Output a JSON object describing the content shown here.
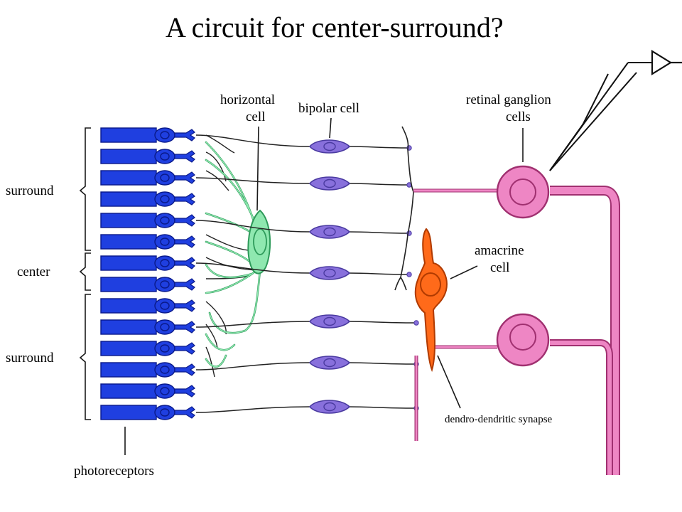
{
  "title": "A circuit for center-surround?",
  "labels": {
    "horizontal_cell_line1": "horizontal",
    "horizontal_cell_line2": "cell",
    "bipolar_cell": "bipolar cell",
    "retinal_ganglion_line1": "retinal ganglion",
    "retinal_ganglion_line2": "cells",
    "surround_top": "surround",
    "center": "center",
    "surround_bottom": "surround",
    "amacrine_line1": "amacrine",
    "amacrine_line2": "cell",
    "dendro_synapse": "dendro-dendritic synapse",
    "photoreceptors": "photoreceptors"
  },
  "colors": {
    "photoreceptor": "#1f3fe0",
    "photoreceptor_outline": "#0a1a8a",
    "horizontal_cell": "#8fe8b0",
    "horizontal_outline": "#2e9a5a",
    "bipolar_cell": "#8870dc",
    "bipolar_outline": "#4a3aa0",
    "ganglion_cell": "#ee86c4",
    "ganglion_outline": "#a03070",
    "amacrine_cell": "#ff6a1a",
    "amacrine_outline": "#b03a00"
  },
  "photoreceptor_count": 14
}
